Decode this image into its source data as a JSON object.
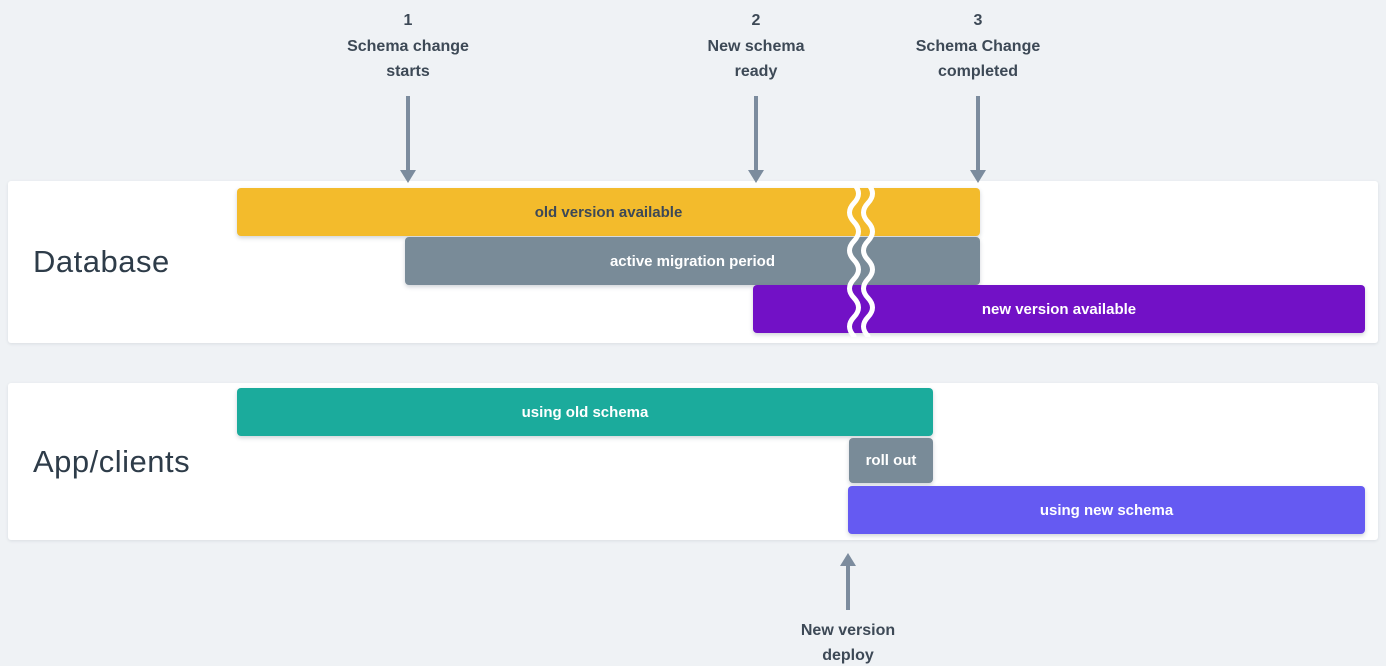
{
  "colors": {
    "background": "#eff2f5",
    "card": "#ffffff",
    "old_version_bar": "#f3bb2c",
    "migration_bar": "#798b98",
    "new_version_bar": "#7211c6",
    "using_old_bar": "#1bab9c",
    "roll_out_bar": "#798b98",
    "using_new_bar": "#655af2",
    "arrow": "#7c8c9e",
    "text_dark": "#2e3c49"
  },
  "timeline_markers": [
    {
      "number": "1",
      "lines": [
        "Schema change",
        "starts"
      ]
    },
    {
      "number": "2",
      "lines": [
        "New schema",
        "ready"
      ]
    },
    {
      "number": "3",
      "lines": [
        "Schema Change",
        "completed"
      ]
    }
  ],
  "rows": [
    {
      "title": "Database",
      "bars": [
        {
          "label": "old version available",
          "color": "#f3bb2c"
        },
        {
          "label": "active migration period",
          "color": "#798b98"
        },
        {
          "label": "new version available",
          "color": "#7211c6"
        }
      ]
    },
    {
      "title": "App/clients",
      "bars": [
        {
          "label": "using old schema",
          "color": "#1bab9c"
        },
        {
          "label": "roll out",
          "color": "#798b98"
        },
        {
          "label": "using new schema",
          "color": "#655af2"
        }
      ]
    }
  ],
  "deploy_marker": {
    "lines": [
      "New version",
      "deploy"
    ]
  }
}
